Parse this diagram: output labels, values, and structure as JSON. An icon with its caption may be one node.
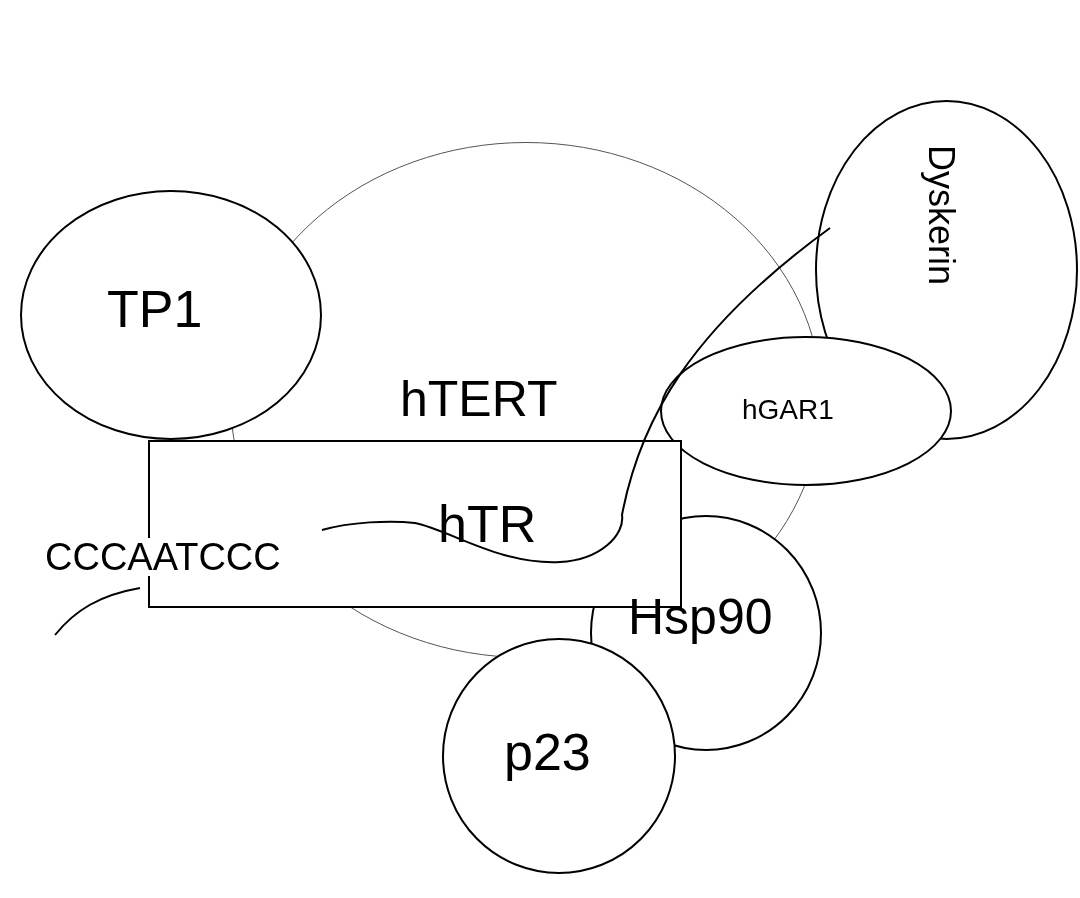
{
  "diagram": {
    "nodes": [
      {
        "text": [
          "hTERT"
        ]
      },
      {
        "text": [
          "TP1"
        ]
      },
      {
        "text": [
          "Dyskerin"
        ]
      },
      {
        "text": [
          "hGAR1"
        ]
      },
      {
        "text": [
          "Hsp90"
        ]
      },
      {
        "text": [
          "hTR"
        ]
      },
      {
        "text": [
          "p23"
        ]
      }
    ],
    "labels": [
      "CCCAATCCC"
    ]
  }
}
